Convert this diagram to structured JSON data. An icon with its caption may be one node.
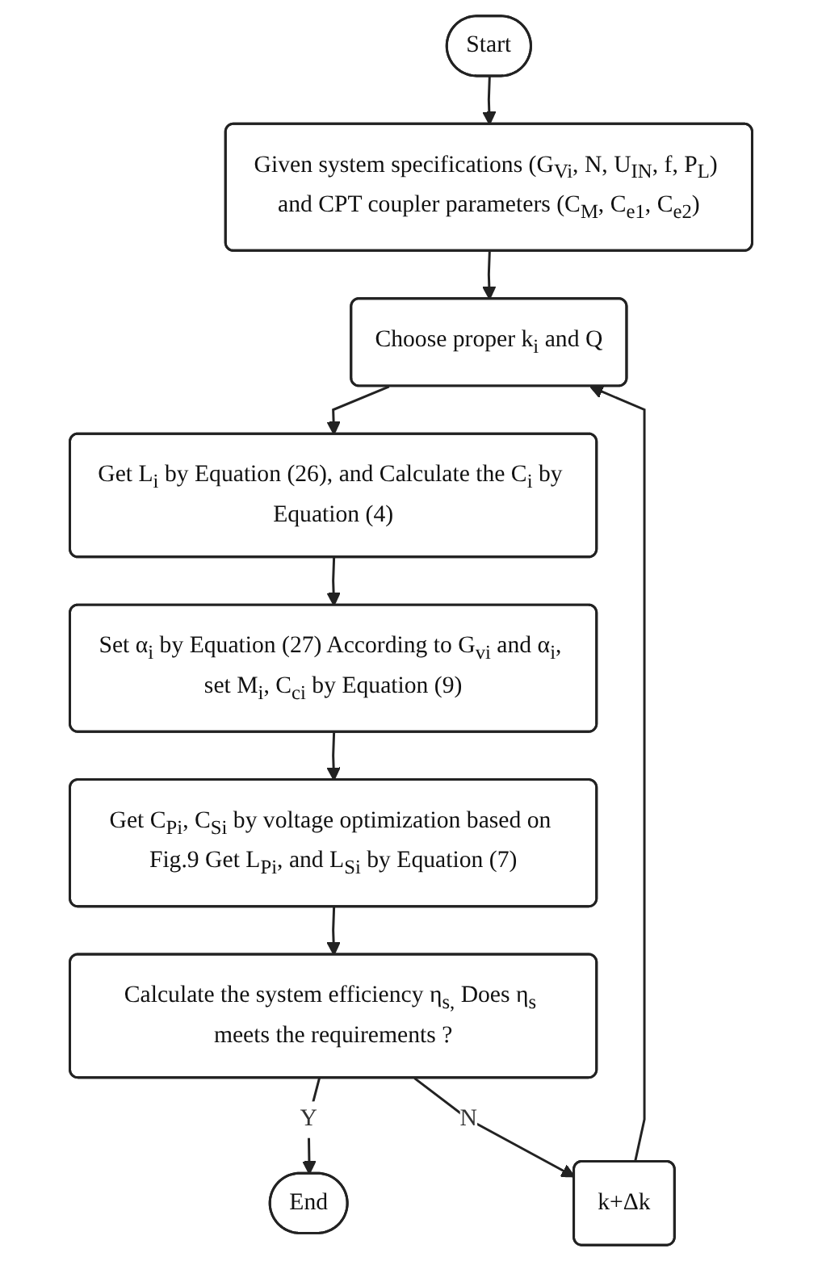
{
  "diagram": {
    "nodes": [
      {
        "text": [
          "Start"
        ]
      },
      {
        "text": [
          "Given system specifications (G$_{Vi}$, N, U$_{IN}$, f, P$_{L}$) and CPT coupler parameters (C$_{M}$, C$_{e1}$, C$_{e2}$)"
        ]
      },
      {
        "text": [
          "Choose proper k$_{i}$ and Q"
        ]
      },
      {
        "text": [
          "Get L$_{i}$ by Equation (26), and Calculate the C$_{i}$ by Equation (4)"
        ]
      },
      {
        "text": [
          "Set α$_{i}$ by Equation (27) According to G$_{vi}$ and α$_{i}$, set M$_{i}$, C$_{ci}$ by Equation (9)"
        ]
      },
      {
        "text": [
          "Get C$_{Pi}$, C$_{Si}$ by voltage optimization based on Fig.9 Get L$_{Pi}$, and L$_{Si}$ by Equation (7)"
        ]
      },
      {
        "text": [
          "Calculate the system efficiency η$_{s,}$ Does η$_{s}$ meets the requirements ?"
        ]
      },
      {
        "text": [
          "End"
        ]
      },
      {
        "text": [
          "k+Δk"
        ]
      }
    ],
    "edges": [
      {
        "from": 0,
        "to": 1,
        "arrow": "to"
      },
      {
        "from": 1,
        "to": 2,
        "arrow": "to"
      },
      {
        "from": 2,
        "to": 3,
        "arrow": "to"
      },
      {
        "from": 3,
        "to": 4,
        "arrow": "to"
      },
      {
        "from": 4,
        "to": 5,
        "arrow": "to"
      },
      {
        "from": 5,
        "to": 6,
        "arrow": "to"
      },
      {
        "from": 6,
        "to": 7,
        "label": "Y",
        "arrow": "to"
      },
      {
        "from": 6,
        "to": 8,
        "label": "N",
        "arrow": "to"
      },
      {
        "from": 8,
        "to": 2,
        "arrow": "to"
      }
    ]
  }
}
